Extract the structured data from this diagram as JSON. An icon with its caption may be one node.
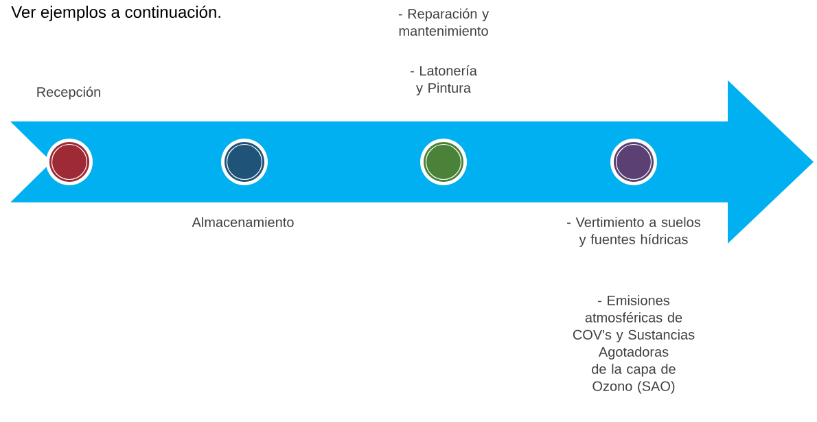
{
  "diagram": {
    "nodes": [
      {
        "text": [],
        "shape": "circle"
      },
      {
        "text": [],
        "shape": "circle"
      },
      {
        "text": [],
        "shape": "circle"
      },
      {
        "text": [],
        "shape": "circle"
      }
    ],
    "labels": [
      "Ver ejemplos a continuación.",
      "- Reparación y mantenimiento",
      "- Latonería y Pintura",
      "Recepción",
      "Almacenamiento",
      "- Vertimiento a suelos y fuentes hídricas",
      "- Emisiones atmosféricas de COV's y Sustancias Agotadoras de la capa de Ozono (SAO)"
    ]
  }
}
